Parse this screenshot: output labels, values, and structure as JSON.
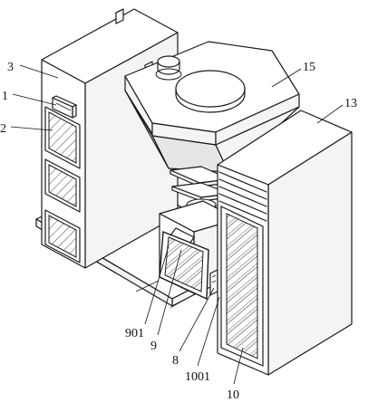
{
  "labels": {
    "l1": "1",
    "l2": "2",
    "l3": "3",
    "l15": "15",
    "l13": "13",
    "l901": "901",
    "l9": "9",
    "l8": "8",
    "l1001": "1001",
    "l10": "10"
  }
}
